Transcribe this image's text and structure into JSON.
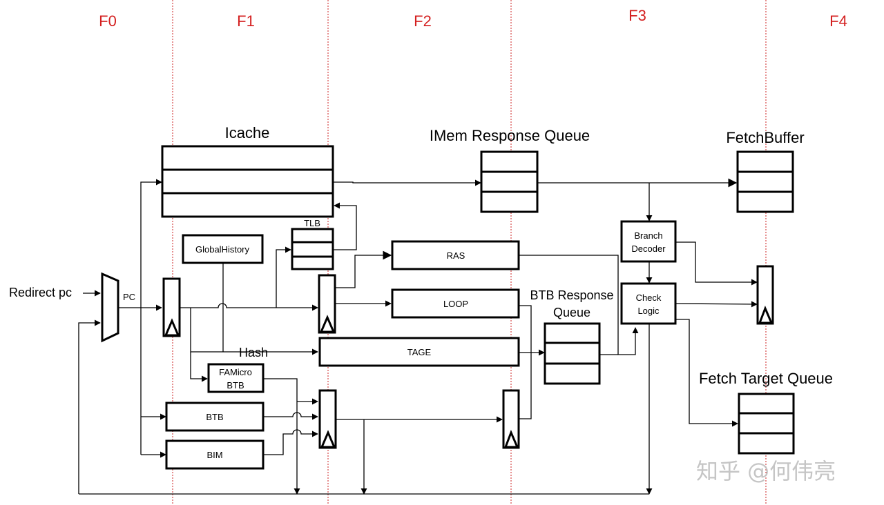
{
  "stages": [
    {
      "id": "F0",
      "label": "F0"
    },
    {
      "id": "F1",
      "label": "F1"
    },
    {
      "id": "F2",
      "label": "F2"
    },
    {
      "id": "F3",
      "label": "F3"
    },
    {
      "id": "F4",
      "label": "F4"
    }
  ],
  "colors": {
    "stage_label": "#d42020",
    "stage_divider": "#cc2222",
    "stroke": "#000000",
    "watermark": "#bfbfbf"
  },
  "inputs": {
    "redirect_pc": "Redirect pc",
    "pc": "PC",
    "hash": "Hash"
  },
  "blocks": {
    "icache": "Icache",
    "tlb": "TLB",
    "global_history": "GlobalHistory",
    "ras": "RAS",
    "loop": "LOOP",
    "tage": "TAGE",
    "famicro_btb_line1": "FAMicro",
    "famicro_btb_line2": "BTB",
    "btb": "BTB",
    "bim": "BIM",
    "imem_response_queue": "IMem Response Queue",
    "btb_response_queue_line1": "BTB Response",
    "btb_response_queue_line2": "Queue",
    "fetch_buffer": "FetchBuffer",
    "branch_decoder_line1": "Branch",
    "branch_decoder_line2": "Decoder",
    "check_logic_line1": "Check",
    "check_logic_line2": "Logic",
    "fetch_target_queue": "Fetch Target Queue"
  },
  "watermark": "知乎 @何伟亮"
}
